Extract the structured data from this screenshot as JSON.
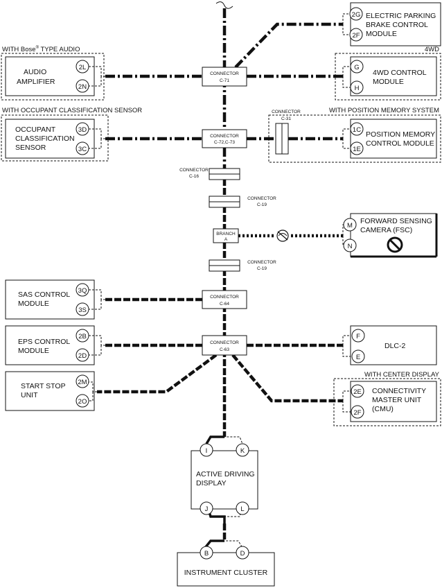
{
  "headers": {
    "bose": "WITH Bose",
    "bose_reg": "®",
    "bose_tail": " TYPE AUDIO",
    "fourwd": "4WD",
    "occupant": "WITH OCCUPANT CLASSIFICATION SENSOR",
    "position_memory": "WITH POSITION MEMORY SYSTEM",
    "center_display": "WITH CENTER DISPLAY"
  },
  "modules": {
    "epb": {
      "lines": [
        "ELECTRIC PARKING",
        "BRAKE CONTROL",
        "MODULE"
      ],
      "pins": [
        "2G",
        "2F"
      ]
    },
    "audio": {
      "lines": [
        "AUDIO",
        "AMPLIFIER"
      ],
      "pins": [
        "2L",
        "2N"
      ]
    },
    "fourwd": {
      "lines": [
        "4WD CONTROL",
        "MODULE"
      ],
      "pins": [
        "G",
        "H"
      ]
    },
    "occupant": {
      "lines": [
        "OCCUPANT",
        "CLASSIFICATION",
        "SENSOR"
      ],
      "pins": [
        "3D",
        "3C"
      ]
    },
    "posmem": {
      "lines": [
        "POSITION MEMORY",
        "CONTROL MODULE"
      ],
      "pins": [
        "1C",
        "1E"
      ]
    },
    "fsc": {
      "lines": [
        "FORWARD SENSING",
        "CAMERA (FSC)"
      ],
      "pins": [
        "M",
        "N"
      ]
    },
    "sas": {
      "lines": [
        "SAS CONTROL",
        "MODULE"
      ],
      "pins": [
        "3Q",
        "3S"
      ]
    },
    "eps": {
      "lines": [
        "EPS CONTROL",
        "MODULE"
      ],
      "pins": [
        "2B",
        "2D"
      ]
    },
    "dlc": {
      "lines": [
        "DLC-2"
      ],
      "pins": [
        "F",
        "E"
      ]
    },
    "startstop": {
      "lines": [
        "START STOP",
        "UNIT"
      ],
      "pins": [
        "2M",
        "2O"
      ]
    },
    "cmu": {
      "lines": [
        "CONNECTIVITY",
        "MASTER UNIT",
        "(CMU)"
      ],
      "pins": [
        "2E",
        "2F"
      ]
    },
    "add": {
      "lines": [
        "ACTIVE DRIVING",
        "DISPLAY"
      ],
      "pins_top": [
        "I",
        "K"
      ],
      "pins_bottom": [
        "J",
        "L"
      ]
    },
    "cluster": {
      "lines": [
        "INSTRUMENT CLUSTER"
      ],
      "pins": [
        "B",
        "D"
      ]
    }
  },
  "connectors": {
    "c71": [
      "CONNECTOR",
      "C-71"
    ],
    "c72": [
      "CONNECTOR",
      "C-72,C-73"
    ],
    "c31": [
      "CONNECTOR",
      "C-31"
    ],
    "c16": [
      "CONNECTOR",
      "C-16"
    ],
    "c19a": [
      "CONNECTOR",
      "C-19"
    ],
    "branch": [
      "BRANCH",
      "A"
    ],
    "c19b": [
      "CONNECTOR",
      "C-19"
    ],
    "c64": [
      "CONNECTOR",
      "C-64"
    ],
    "c63": [
      "CONNECTOR",
      "C-63"
    ]
  }
}
